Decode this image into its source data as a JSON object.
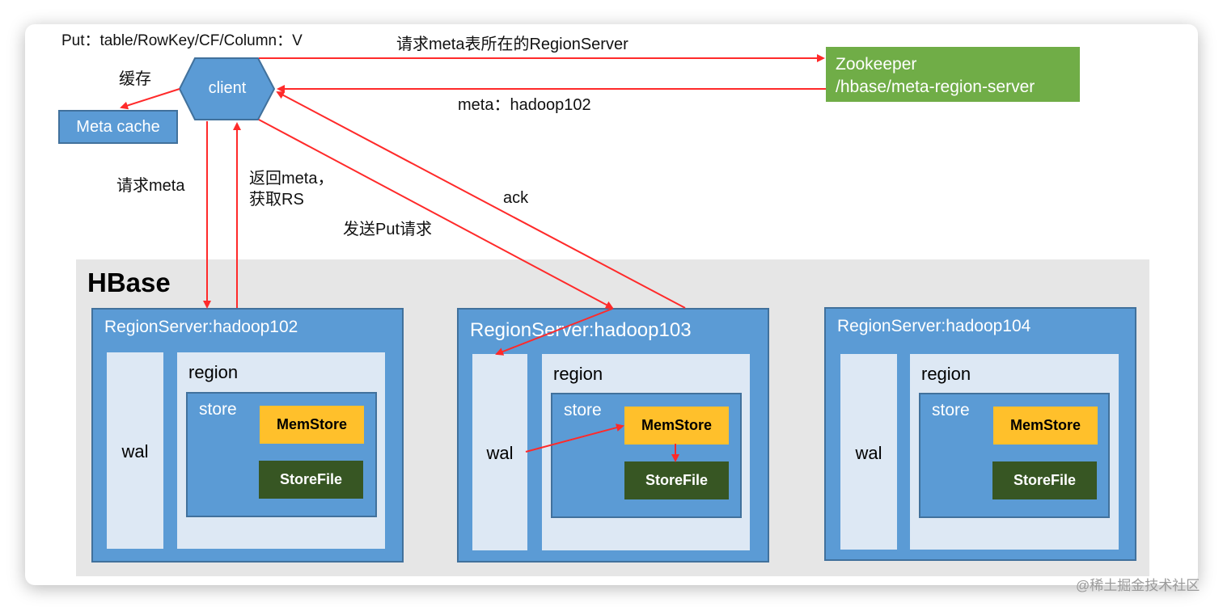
{
  "client": {
    "label": "client"
  },
  "meta_cache": {
    "label": "Meta cache"
  },
  "zookeeper": {
    "line1": "Zookeeper",
    "line2": "/hbase/meta-region-server"
  },
  "labels": {
    "put_request": "Put：table/RowKey/CF/Column：V",
    "cache": "缓存",
    "request_meta_rs": "请求meta表所在的RegionServer",
    "meta_response": "meta：hadoop102",
    "request_meta": "请求meta",
    "return_meta_line1": "返回meta，",
    "return_meta_line2": "获取RS",
    "send_put": "发送Put请求",
    "ack": "ack"
  },
  "hbase": {
    "title": "HBase",
    "region_servers": [
      {
        "title": "RegionServer:hadoop102",
        "wal": "wal",
        "region": "region",
        "store": "store",
        "memstore": "MemStore",
        "storefile": "StoreFile"
      },
      {
        "title": "RegionServer:hadoop103",
        "wal": "wal",
        "region": "region",
        "store": "store",
        "memstore": "MemStore",
        "storefile": "StoreFile"
      },
      {
        "title": "RegionServer:hadoop104",
        "wal": "wal",
        "region": "region",
        "store": "store",
        "memstore": "MemStore",
        "storefile": "StoreFile"
      }
    ]
  },
  "colors": {
    "arrow": "#ff2a2a",
    "node_blue": "#5b9bd5",
    "zookeeper_green": "#70ad47",
    "memstore_yellow": "#ffc02b",
    "storefile_green": "#375623"
  },
  "watermark": "@稀土掘金技术社区"
}
